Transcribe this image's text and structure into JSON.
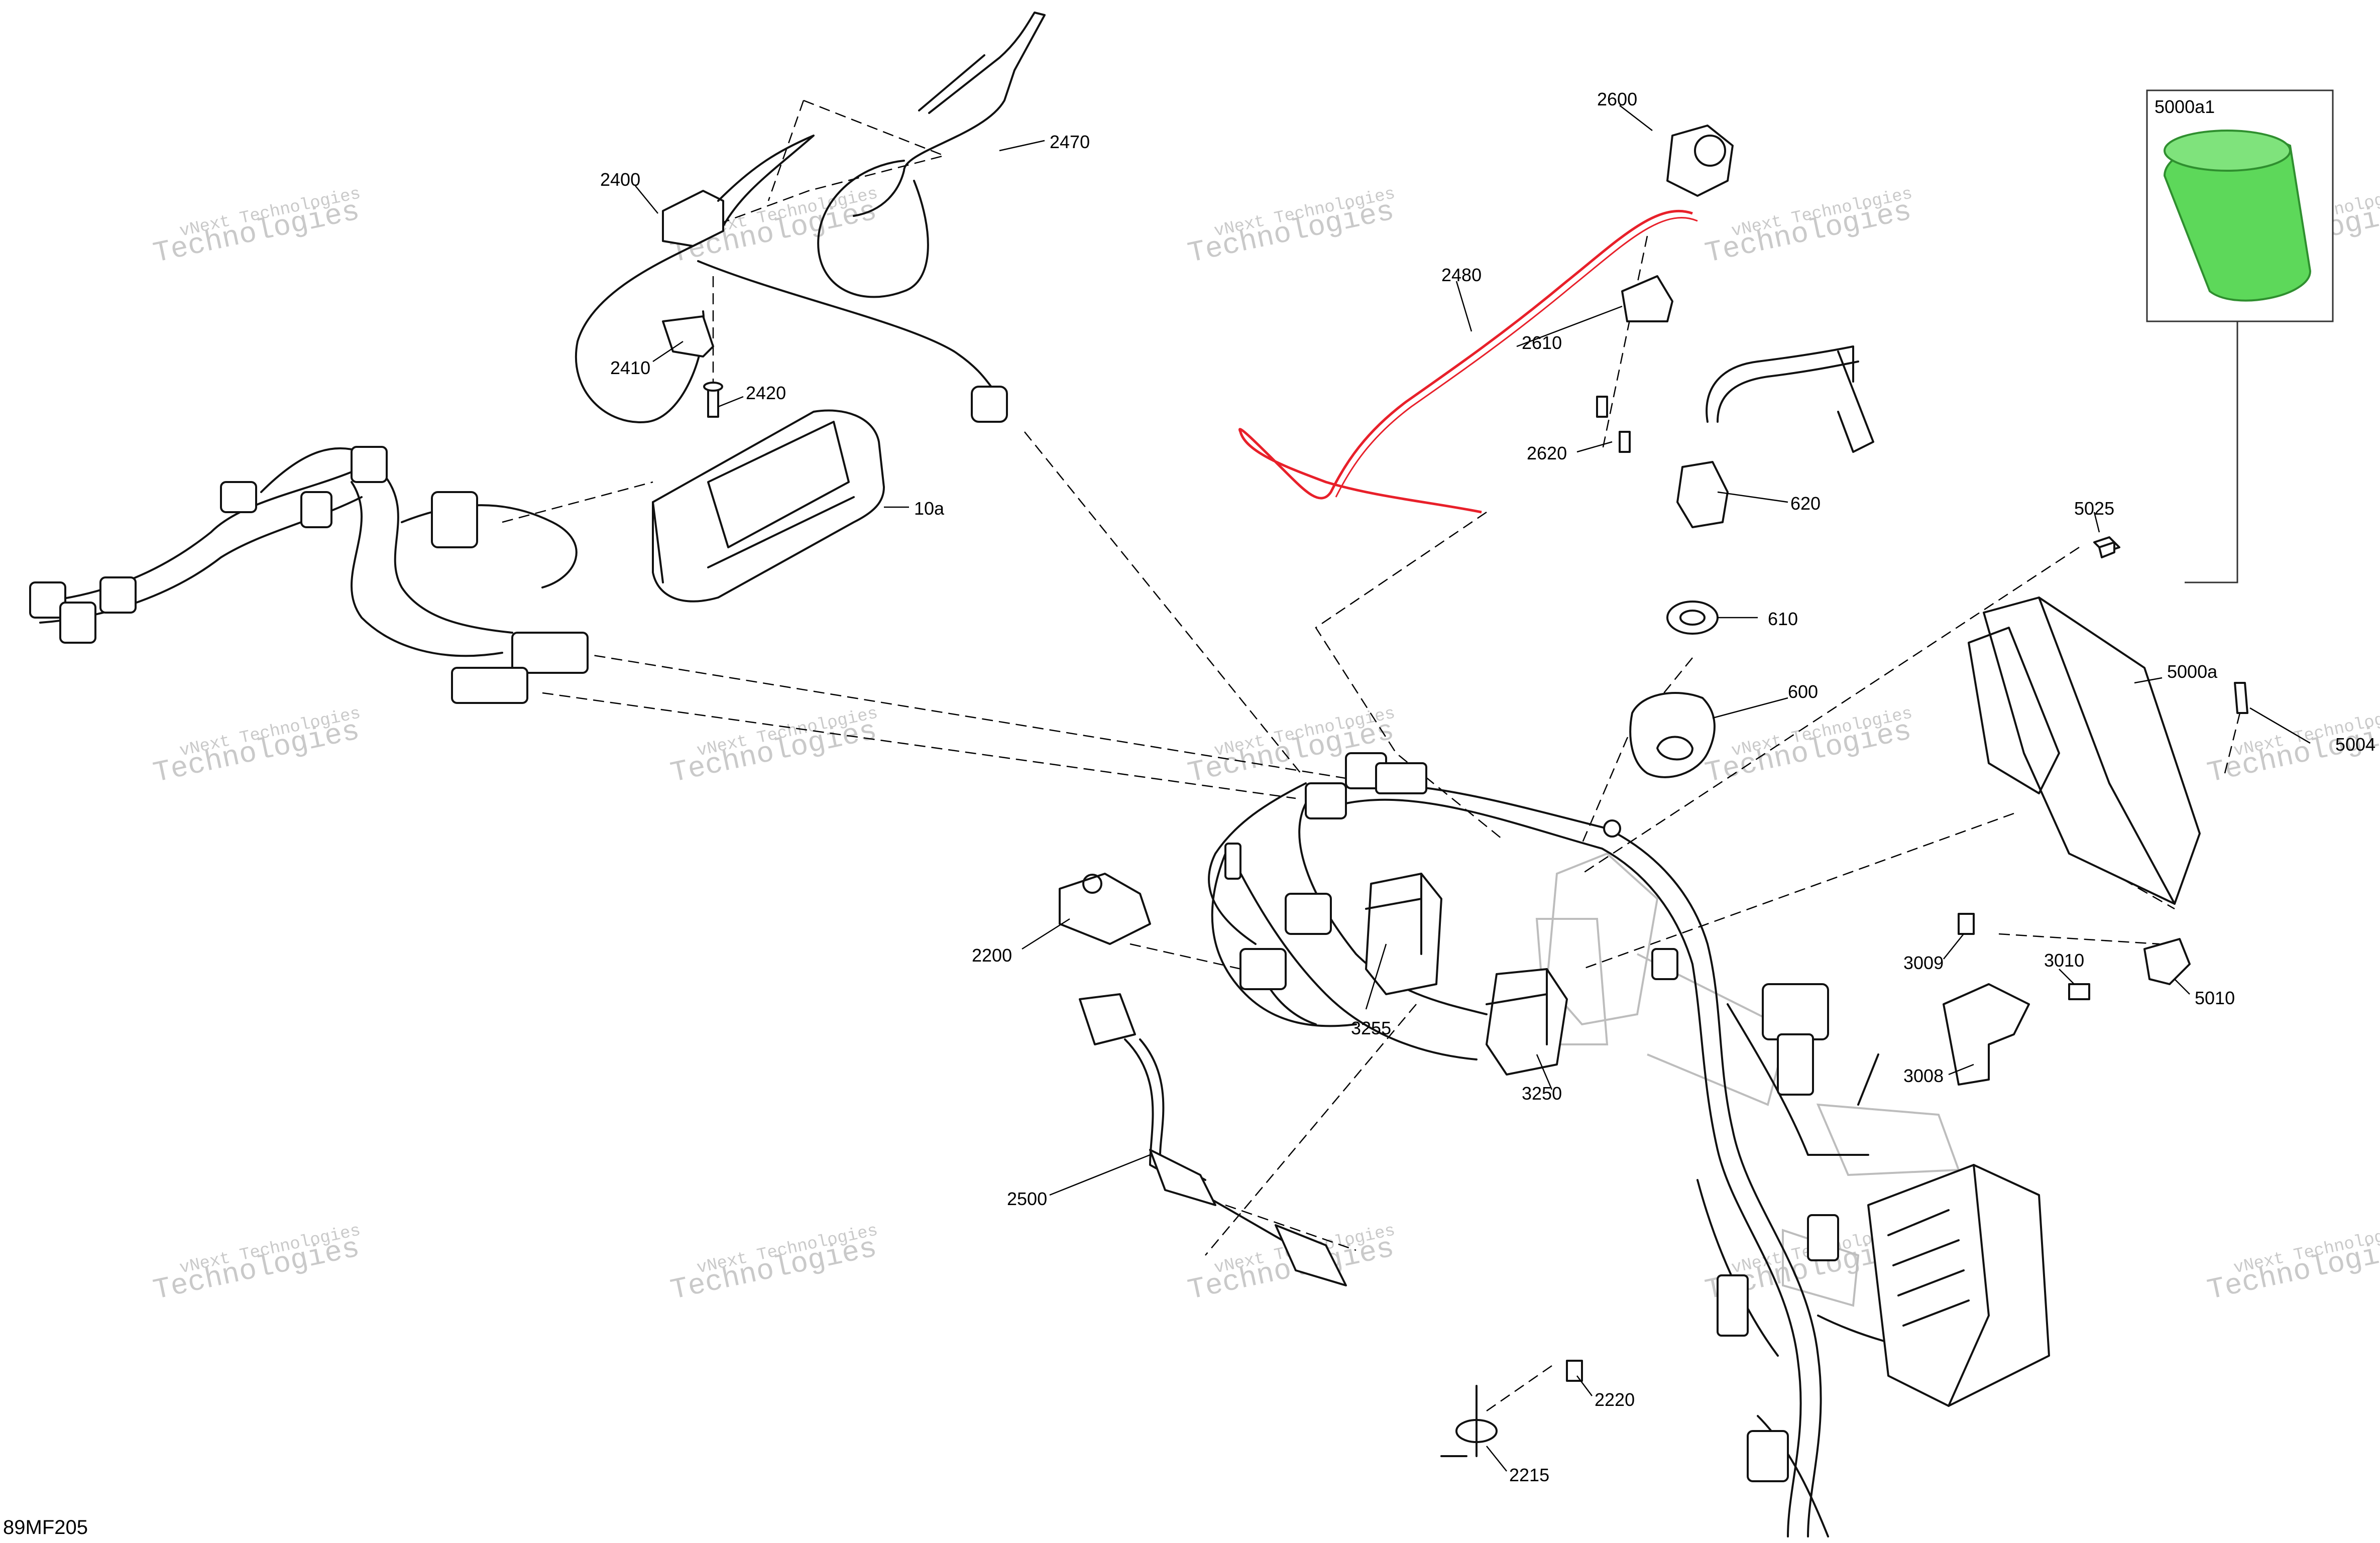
{
  "diagram": {
    "figure_code": "89MF205",
    "watermark": {
      "line1": "vNext Technologies",
      "line2": "Technologies",
      "line3": "vNext"
    },
    "callouts": [
      {
        "id": "2470",
        "label": "2470"
      },
      {
        "id": "2400",
        "label": "2400"
      },
      {
        "id": "2410",
        "label": "2410"
      },
      {
        "id": "2420",
        "label": "2420"
      },
      {
        "id": "10a",
        "label": "10a"
      },
      {
        "id": "2600",
        "label": "2600"
      },
      {
        "id": "2480",
        "label": "2480"
      },
      {
        "id": "2610",
        "label": "2610"
      },
      {
        "id": "2620",
        "label": "2620"
      },
      {
        "id": "620",
        "label": "620"
      },
      {
        "id": "610",
        "label": "610"
      },
      {
        "id": "600",
        "label": "600"
      },
      {
        "id": "5000a1",
        "label": "5000a1"
      },
      {
        "id": "5025",
        "label": "5025"
      },
      {
        "id": "5000a",
        "label": "5000a"
      },
      {
        "id": "5004",
        "label": "5004"
      },
      {
        "id": "3009",
        "label": "3009"
      },
      {
        "id": "3010",
        "label": "3010"
      },
      {
        "id": "5010",
        "label": "5010"
      },
      {
        "id": "3008",
        "label": "3008"
      },
      {
        "id": "2200",
        "label": "2200"
      },
      {
        "id": "3255",
        "label": "3255"
      },
      {
        "id": "3250",
        "label": "3250"
      },
      {
        "id": "2500",
        "label": "2500"
      },
      {
        "id": "2220",
        "label": "2220"
      },
      {
        "id": "2215",
        "label": "2215"
      }
    ],
    "colors": {
      "highlight_wire": "#e8202a",
      "highlight_part": "#5dd85a",
      "line": "#111111",
      "ghost": "#bdbdbd"
    }
  }
}
